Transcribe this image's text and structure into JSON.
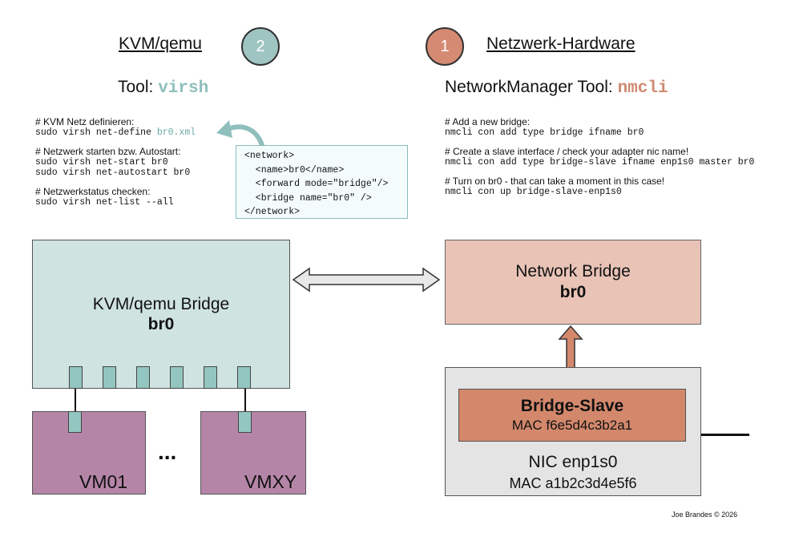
{
  "left": {
    "heading": "KVM/qemu",
    "step": "2",
    "tool_prefix": "Tool: ",
    "tool_name": "virsh",
    "commands": [
      {
        "comment": "# KVM Netz definieren:",
        "lines": [
          {
            "text": "sudo virsh net-define ",
            "highlight": "br0.xml"
          }
        ]
      },
      {
        "comment": "# Netzwerk starten bzw. Autostart:",
        "lines": [
          {
            "text": "sudo virsh net-start br0"
          },
          {
            "text": "sudo virsh net-autostart br0"
          }
        ]
      },
      {
        "comment": "# Netzwerkstatus checken:",
        "lines": [
          {
            "text": "sudo virsh net-list --all"
          }
        ]
      }
    ],
    "xml": [
      "<network>",
      "  <name>br0</name>",
      "  <forward mode=\"bridge\"/>",
      "  <bridge name=\"br0\" />",
      "</network>"
    ],
    "bridge_title": "KVM/qemu Bridge",
    "bridge_name": "br0",
    "ellipsis": "...",
    "vm1": "VM01",
    "vm2": "VMXY"
  },
  "right": {
    "heading": "Netzwerk-Hardware",
    "step": "1",
    "tool_prefix": "NetworkManager Tool: ",
    "tool_name": "nmcli",
    "commands": [
      {
        "comment": "# Add a new bridge:",
        "lines": [
          {
            "text": "nmcli con add type bridge ifname br0"
          }
        ]
      },
      {
        "comment": "# Create a slave interface / check your adapter nic name!",
        "lines": [
          {
            "text": "nmcli con add type bridge-slave ifname enp1s0 master br0"
          }
        ]
      },
      {
        "comment": "# Turn on br0 - that can take a moment in this case!",
        "lines": [
          {
            "text": "nmcli con up bridge-slave-enp1s0"
          }
        ]
      }
    ],
    "bridge_title": "Network Bridge",
    "bridge_name": "br0",
    "slave_title": "Bridge-Slave",
    "slave_mac": "MAC f6e5d4c3b2a1",
    "nic_title": "NIC enp1s0",
    "nic_mac": "MAC a1b2c3d4e5f6"
  },
  "footer": "Joe Brandes © 2026",
  "colors": {
    "teal_circle": "#9fc5c3",
    "salmon_circle": "#d58a74",
    "virsh": "#8fbfbd",
    "nmcli": "#cf8a73",
    "highlight": "#6aa9a7"
  }
}
